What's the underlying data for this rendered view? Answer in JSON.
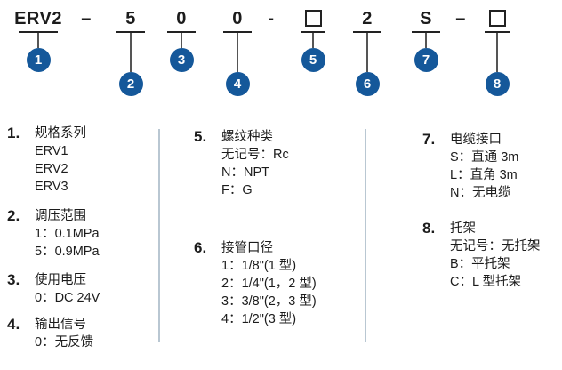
{
  "colors": {
    "callout_blue": "#15589a",
    "divider_blue_gray": "#b9c7d2",
    "text": "#1c1c1c",
    "background": "#ffffff"
  },
  "model_code": {
    "segments": [
      {
        "text": "ERV2",
        "callout": "1"
      },
      {
        "text": "–"
      },
      {
        "text": "5",
        "callout": "2"
      },
      {
        "text": "0",
        "callout": "3"
      },
      {
        "text": "0",
        "callout": "4"
      },
      {
        "text": "-"
      },
      {
        "box": "empty-option-box",
        "callout": "5"
      },
      {
        "text": "2",
        "callout": "6"
      },
      {
        "text": "S",
        "callout": "7"
      },
      {
        "text": "–"
      },
      {
        "box": "empty-option-box",
        "callout": "8"
      }
    ]
  },
  "legend": {
    "sections": [
      {
        "num": "1.",
        "title": "规格系列",
        "lines": [
          "ERV1",
          "ERV2",
          "ERV3"
        ]
      },
      {
        "num": "2.",
        "title": "调压范围",
        "lines": [
          "1：0.1MPa",
          "5：0.9MPa"
        ]
      },
      {
        "num": "3.",
        "title": "使用电压",
        "lines": [
          "0：DC 24V"
        ]
      },
      {
        "num": "4.",
        "title": "输出信号",
        "lines": [
          "0：无反馈"
        ]
      },
      {
        "num": "5.",
        "title": "螺纹种类",
        "lines": [
          "无记号：Rc",
          "N：NPT",
          "F：G"
        ]
      },
      {
        "num": "6.",
        "title": "接管口径",
        "lines": [
          "1：1/8\"(1 型)",
          "2：1/4\"(1，2 型)",
          "3：3/8\"(2，3 型)",
          "4：1/2\"(3 型)"
        ]
      },
      {
        "num": "7.",
        "title": "电缆接口",
        "lines": [
          "S：直通 3m",
          "L：直角 3m",
          "N：无电缆"
        ]
      },
      {
        "num": "8.",
        "title": "托架",
        "lines": [
          "无记号：无托架",
          "B：平托架",
          "C：L 型托架"
        ]
      }
    ]
  }
}
